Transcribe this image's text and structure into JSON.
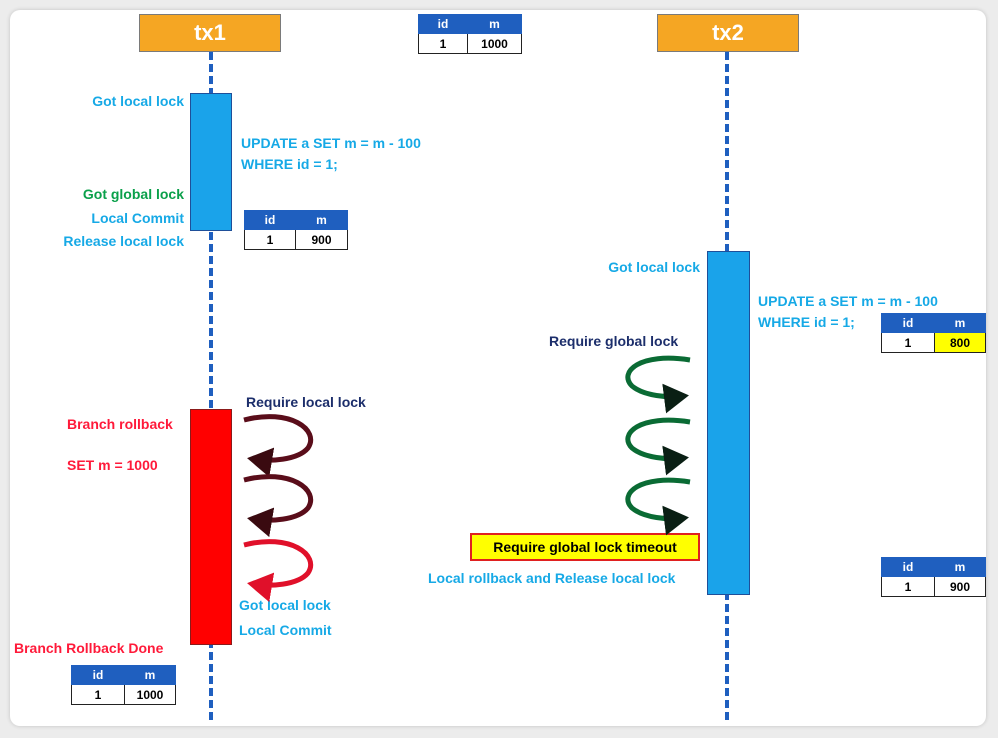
{
  "tx1": {
    "header": "tx1",
    "got_local_lock": "Got local lock",
    "sql_line1": "UPDATE a SET m = m - 100",
    "sql_line2": "WHERE id = 1;",
    "got_global_lock": "Got global lock",
    "local_commit": "Local Commit",
    "release_local_lock": "Release local lock",
    "branch_rollback": "Branch rollback",
    "set_m": "SET m = 1000",
    "require_local_lock": "Require local lock",
    "got_local_lock_2": "Got local lock",
    "local_commit_2": "Local Commit",
    "branch_rollback_done": "Branch Rollback Done"
  },
  "tx2": {
    "header": "tx2",
    "got_local_lock": "Got local lock",
    "sql_line1": "UPDATE a SET m = m - 100",
    "sql_line2": "WHERE id = 1;",
    "require_global_lock": "Require global lock",
    "timeout": "Require global lock timeout",
    "rollback_release": "Local rollback and Release local lock"
  },
  "tables": {
    "col_id": "id",
    "col_m": "m",
    "initial": {
      "id": "1",
      "m": "1000"
    },
    "after_tx1_commit": {
      "id": "1",
      "m": "900"
    },
    "tx2_update": {
      "id": "1",
      "m": "800"
    },
    "tx2_rollback": {
      "id": "1",
      "m": "900"
    },
    "after_rollback": {
      "id": "1",
      "m": "1000"
    }
  },
  "colors": {
    "header": "#f5a623",
    "lifeline": "#1f5fbf",
    "bar_blue": "#1aa3ea",
    "bar_red": "#ff0000",
    "arrow_red": "#e0102a",
    "arrow_dark": "#3a0a10",
    "arrow_green": "#0a6b34",
    "highlight": "#ffff00"
  }
}
